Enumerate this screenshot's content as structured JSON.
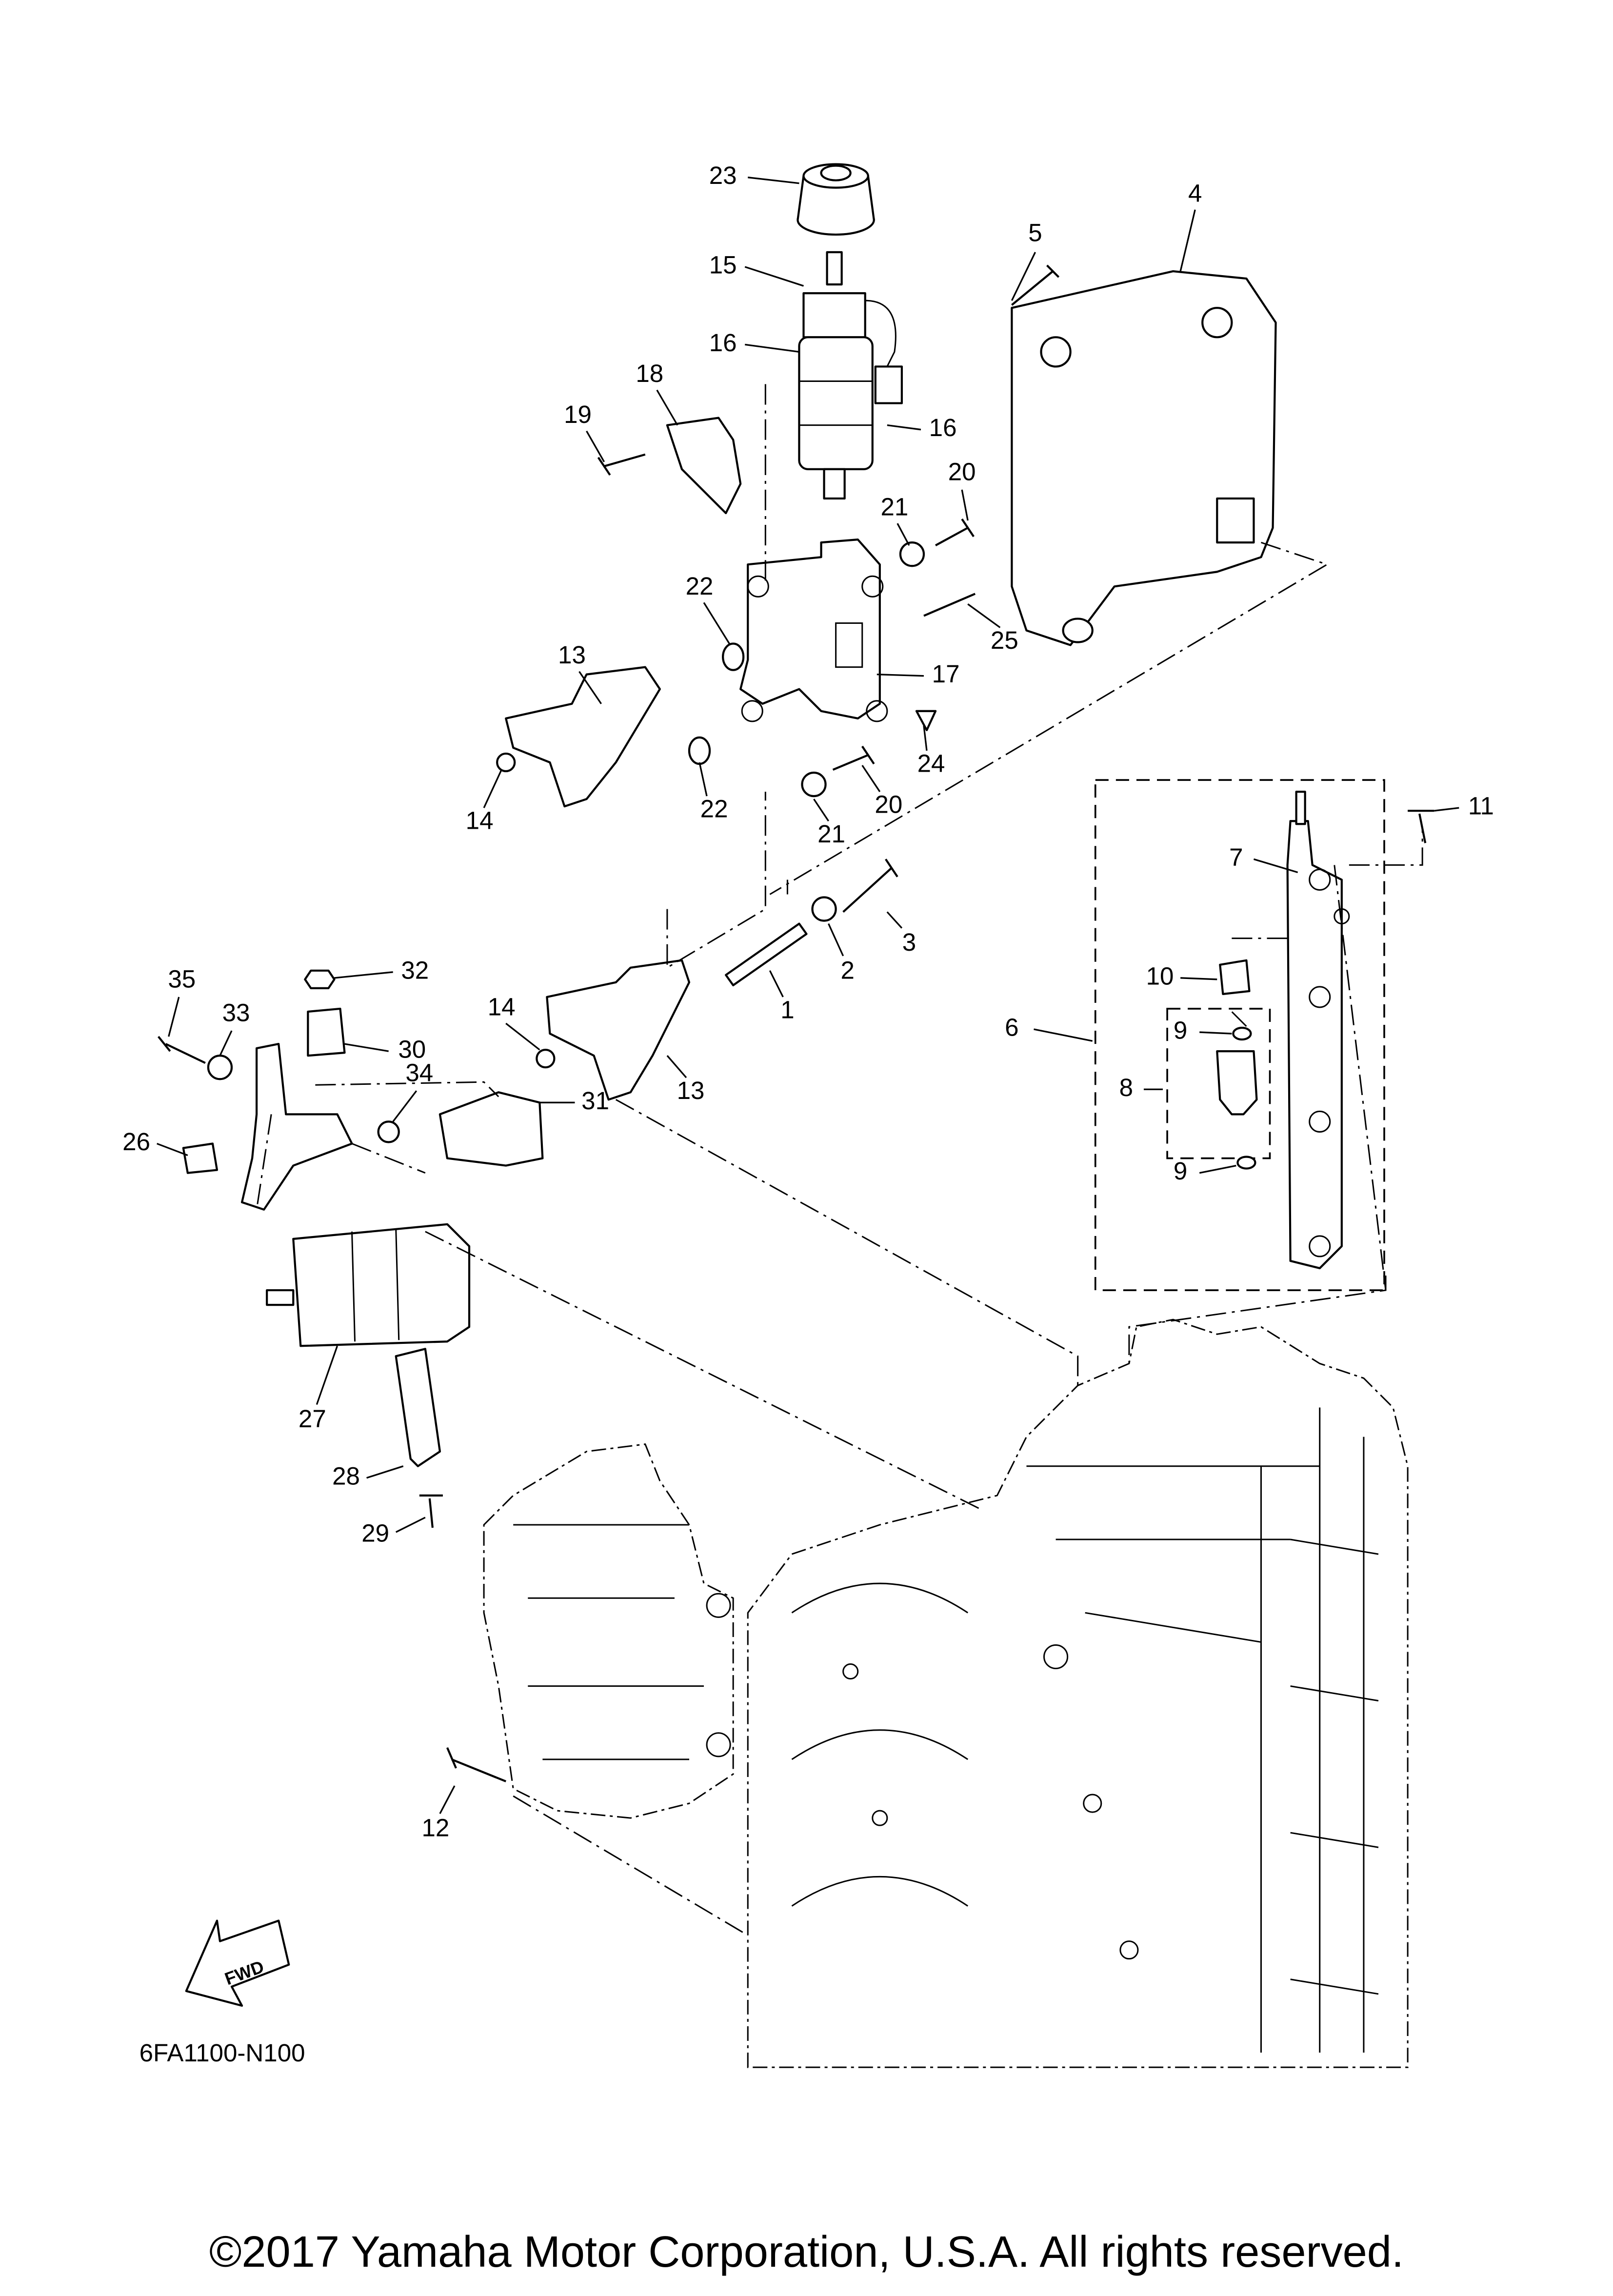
{
  "diagram": {
    "code": "6FA1100-N100",
    "copyright": "©2017 Yamaha Motor Corporation, U.S.A. All rights reserved.",
    "fwd_label": "FWD",
    "callouts": [
      "23",
      "15",
      "16",
      "16",
      "4",
      "5",
      "19",
      "18",
      "20",
      "21",
      "22",
      "25",
      "13",
      "17",
      "24",
      "14",
      "22",
      "20",
      "21",
      "11",
      "7",
      "3",
      "2",
      "1",
      "32",
      "35",
      "33",
      "30",
      "14",
      "13",
      "10",
      "6",
      "9",
      "8",
      "9",
      "26",
      "34",
      "31",
      "27",
      "28",
      "29",
      "12"
    ]
  }
}
